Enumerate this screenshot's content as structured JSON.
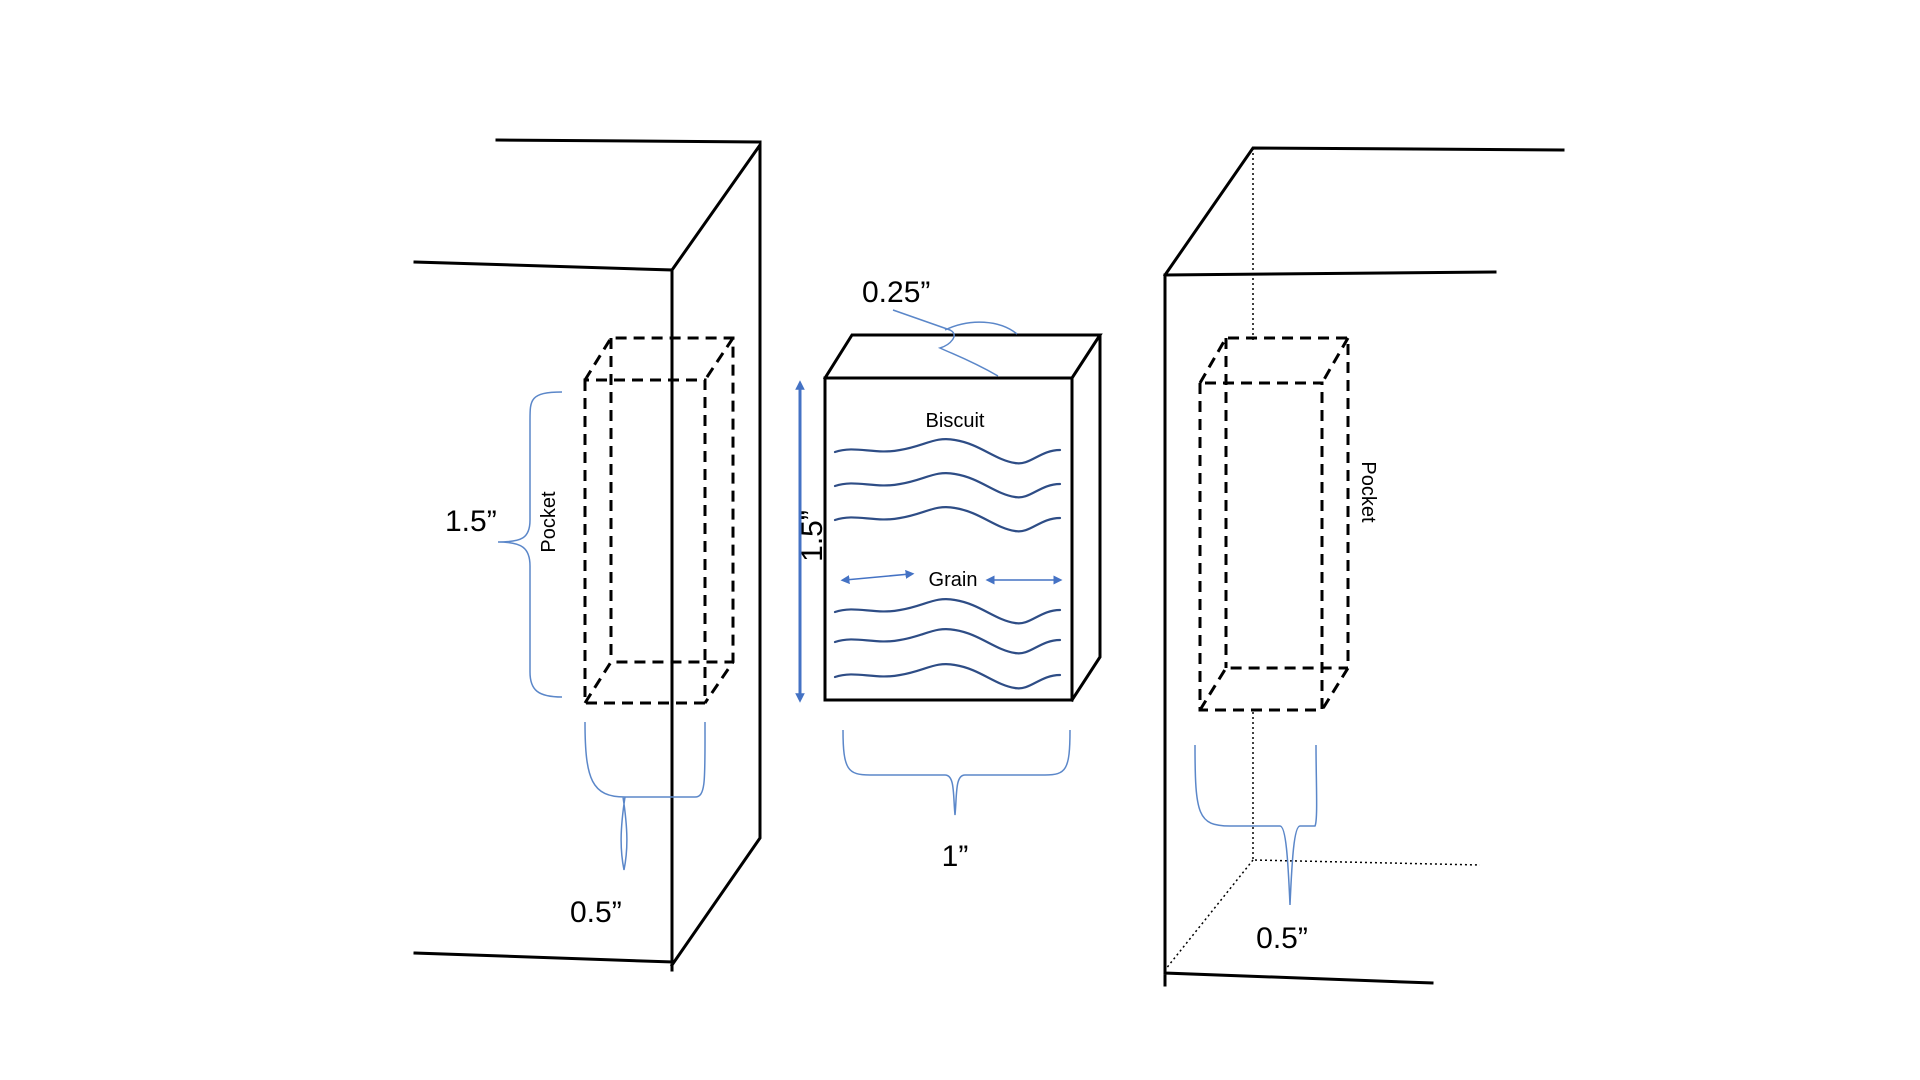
{
  "colors": {
    "outline": "#000000",
    "dimension_brace": "#5b87c9",
    "grain_lines": "#2e4d86",
    "arrow": "#4472c4"
  },
  "left_board": {
    "pocket_label": "Pocket",
    "height_label": "1.5”",
    "width_label": "0.5”"
  },
  "biscuit": {
    "label": "Biscuit",
    "grain_label": "Grain",
    "thickness_label": "0.25”",
    "height_label": "1.5”",
    "width_label": "1”"
  },
  "right_board": {
    "pocket_label": "Pocket",
    "width_label": "0.5”"
  }
}
